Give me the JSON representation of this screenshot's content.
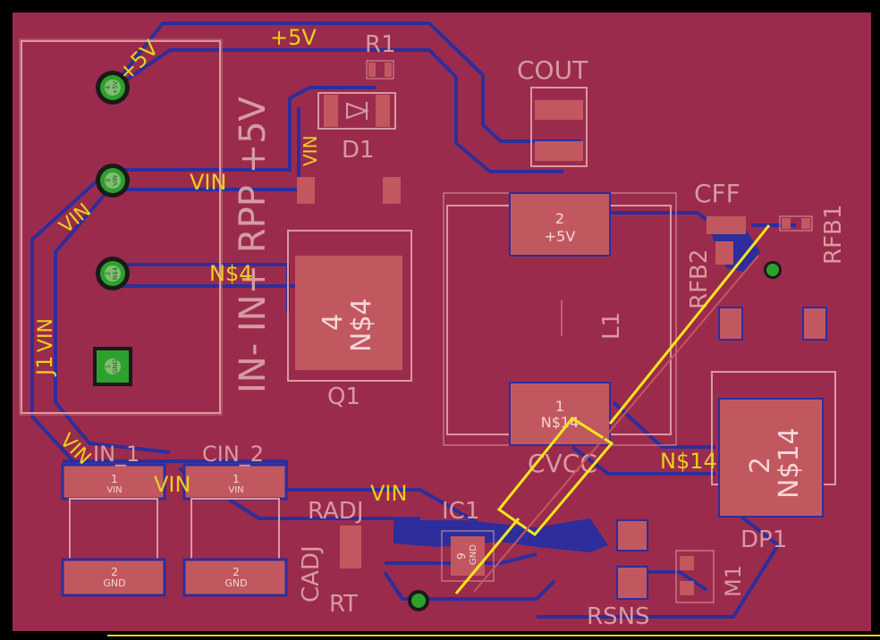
{
  "colors": {
    "board": "#9b2b4c",
    "trace": "#2d2e9c",
    "pad": "#c2585f",
    "silkscreen": "#d79aa0",
    "net_label": "#e8d020",
    "via": "#2ea02e",
    "highlight": "#f5e61e"
  },
  "components": {
    "r1": "R1",
    "d1": "D1",
    "q1": "Q1",
    "j1": "J1",
    "cout": "COUT",
    "cff": "CFF",
    "rfb1": "RFB1",
    "rfb2": "RFB2",
    "l1": "L1",
    "dp1": "DP1",
    "cvcc": "CVCC",
    "cin1": "IN_1",
    "cin2": "CIN_2",
    "ic1": "IC1",
    "radj": "RADJ",
    "cadj": "CADJ",
    "rt": "RT",
    "rsns": "RSNS",
    "m1": "M1"
  },
  "j1_silk": "IN- IN+ RPP +5V",
  "net_labels": {
    "plus5v_top": "+5V",
    "plus5v_pin": "+5V",
    "vin_pin3": "VIN",
    "vin_d1": "VIN",
    "vin_left_upper": "VIN",
    "vin_left_mid": "VIN",
    "vin_left_lower": "VIN",
    "vin_caps": "VIN",
    "vin_ic": "VIN",
    "n4_pin2": "N$4",
    "n14_right": "N$14"
  },
  "j1_pins": [
    {
      "num": "4",
      "net": "+5V"
    },
    {
      "num": "3",
      "net": "VIN"
    },
    {
      "num": "2",
      "net": "N$4"
    },
    {
      "num": "1",
      "net": "GND"
    }
  ],
  "pads": {
    "l1_p2_num": "2",
    "l1_p2_net": "+5V",
    "l1_p1_num": "1",
    "l1_p1_net": "N$14",
    "q1_num": "4",
    "q1_net": "N$4",
    "dp1_num": "2",
    "dp1_net": "N$14",
    "cin1_p1_num": "1",
    "cin1_p1_net": "VIN",
    "cin1_p2_num": "2",
    "cin1_p2_net": "GND",
    "cin2_p1_num": "1",
    "cin2_p1_net": "VIN",
    "cin2_p2_num": "2",
    "cin2_p2_net": "GND",
    "ic1_num": "9",
    "ic1_net": "GND"
  }
}
